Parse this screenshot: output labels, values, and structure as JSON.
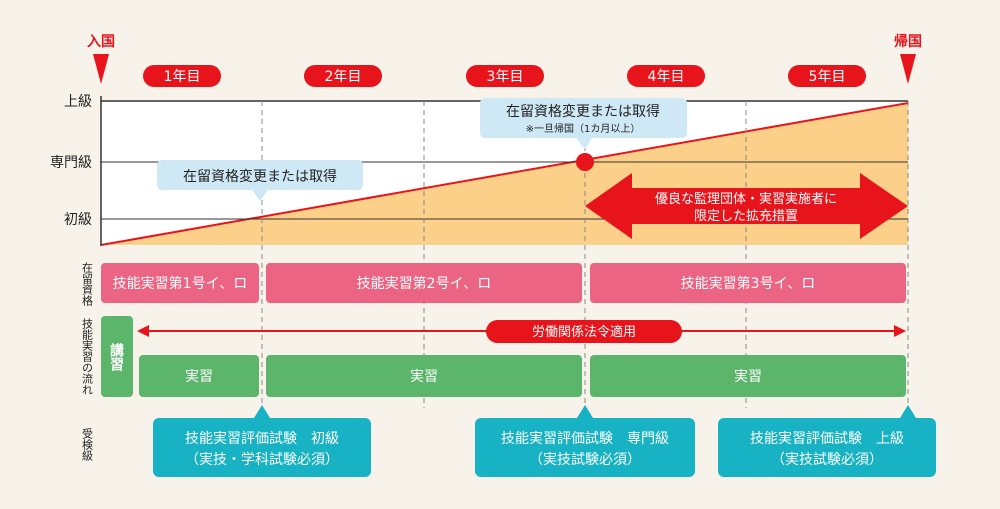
{
  "markers": {
    "entry": "入国",
    "return": "帰国"
  },
  "years": [
    "1年目",
    "2年目",
    "3年目",
    "4年目",
    "5年目"
  ],
  "levels": [
    "上級",
    "専門級",
    "初級"
  ],
  "callouts": {
    "change1": "在留資格変更または取得",
    "change2_title": "在留資格変更または取得",
    "change2_note": "※一旦帰国（1カ月以上）"
  },
  "expansion": {
    "line1": "優良な監理団体・実習実施者に",
    "line2": "限定した拡充措置"
  },
  "row_labels": {
    "status": "在留資格",
    "flow": "技能実習の流れ",
    "exam": "受検級"
  },
  "status_bars": [
    "技能実習第1号イ、ロ",
    "技能実習第2号イ、ロ",
    "技能実習第3号イ、ロ"
  ],
  "lecture": "講習",
  "labor_law": "労働関係法令適用",
  "practice_bars": [
    "実習",
    "実習",
    "実習"
  ],
  "exams": [
    {
      "line1": "技能実習評価試験　初級",
      "line2": "（実技・学科試験必須）"
    },
    {
      "line1": "技能実習評価試験　専門級",
      "line2": "（実技試験必須）"
    },
    {
      "line1": "技能実習評価試験　上級",
      "line2": "（実技試験必須）"
    }
  ],
  "colors": {
    "red": "#e8141c",
    "pink": "#ec6483",
    "green": "#5bb56a",
    "teal": "#17b2c3",
    "light_blue": "#cfe8f5",
    "orange_fill": "#fdd089"
  }
}
